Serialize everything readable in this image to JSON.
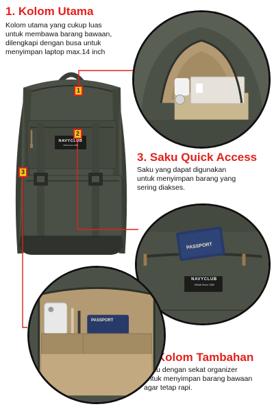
{
  "sections": [
    {
      "number": "1",
      "title": "1. Kolom Utama",
      "body": "Kolom utama yang cukup luas\nuntuk membawa barang bawaan,\ndilengkapi dengan busa untuk\nmenyimpan laptop max.14 inch"
    },
    {
      "number": "2",
      "title": "3. Saku Quick Access",
      "body": "Saku yang dapat digunakan\nuntuk menyimpan barang yang\nsering diakses."
    },
    {
      "number": "3",
      "title": "3. Kolom Tambahan",
      "body": "Saku dengan sekat organizer\nuntuk menyimpan barang bawaan\nagar tetap rapi."
    }
  ],
  "brand": {
    "name": "NAVYCLUB",
    "tagline": "Official Since 1988"
  },
  "passport_label": "PASSPORT",
  "colors": {
    "accent_red": "#e2211c",
    "marker_yellow": "#f7c51b",
    "bag_olive": "#4b5146",
    "bag_dark": "#3a3f36",
    "lining_tan": "#b49a72"
  }
}
